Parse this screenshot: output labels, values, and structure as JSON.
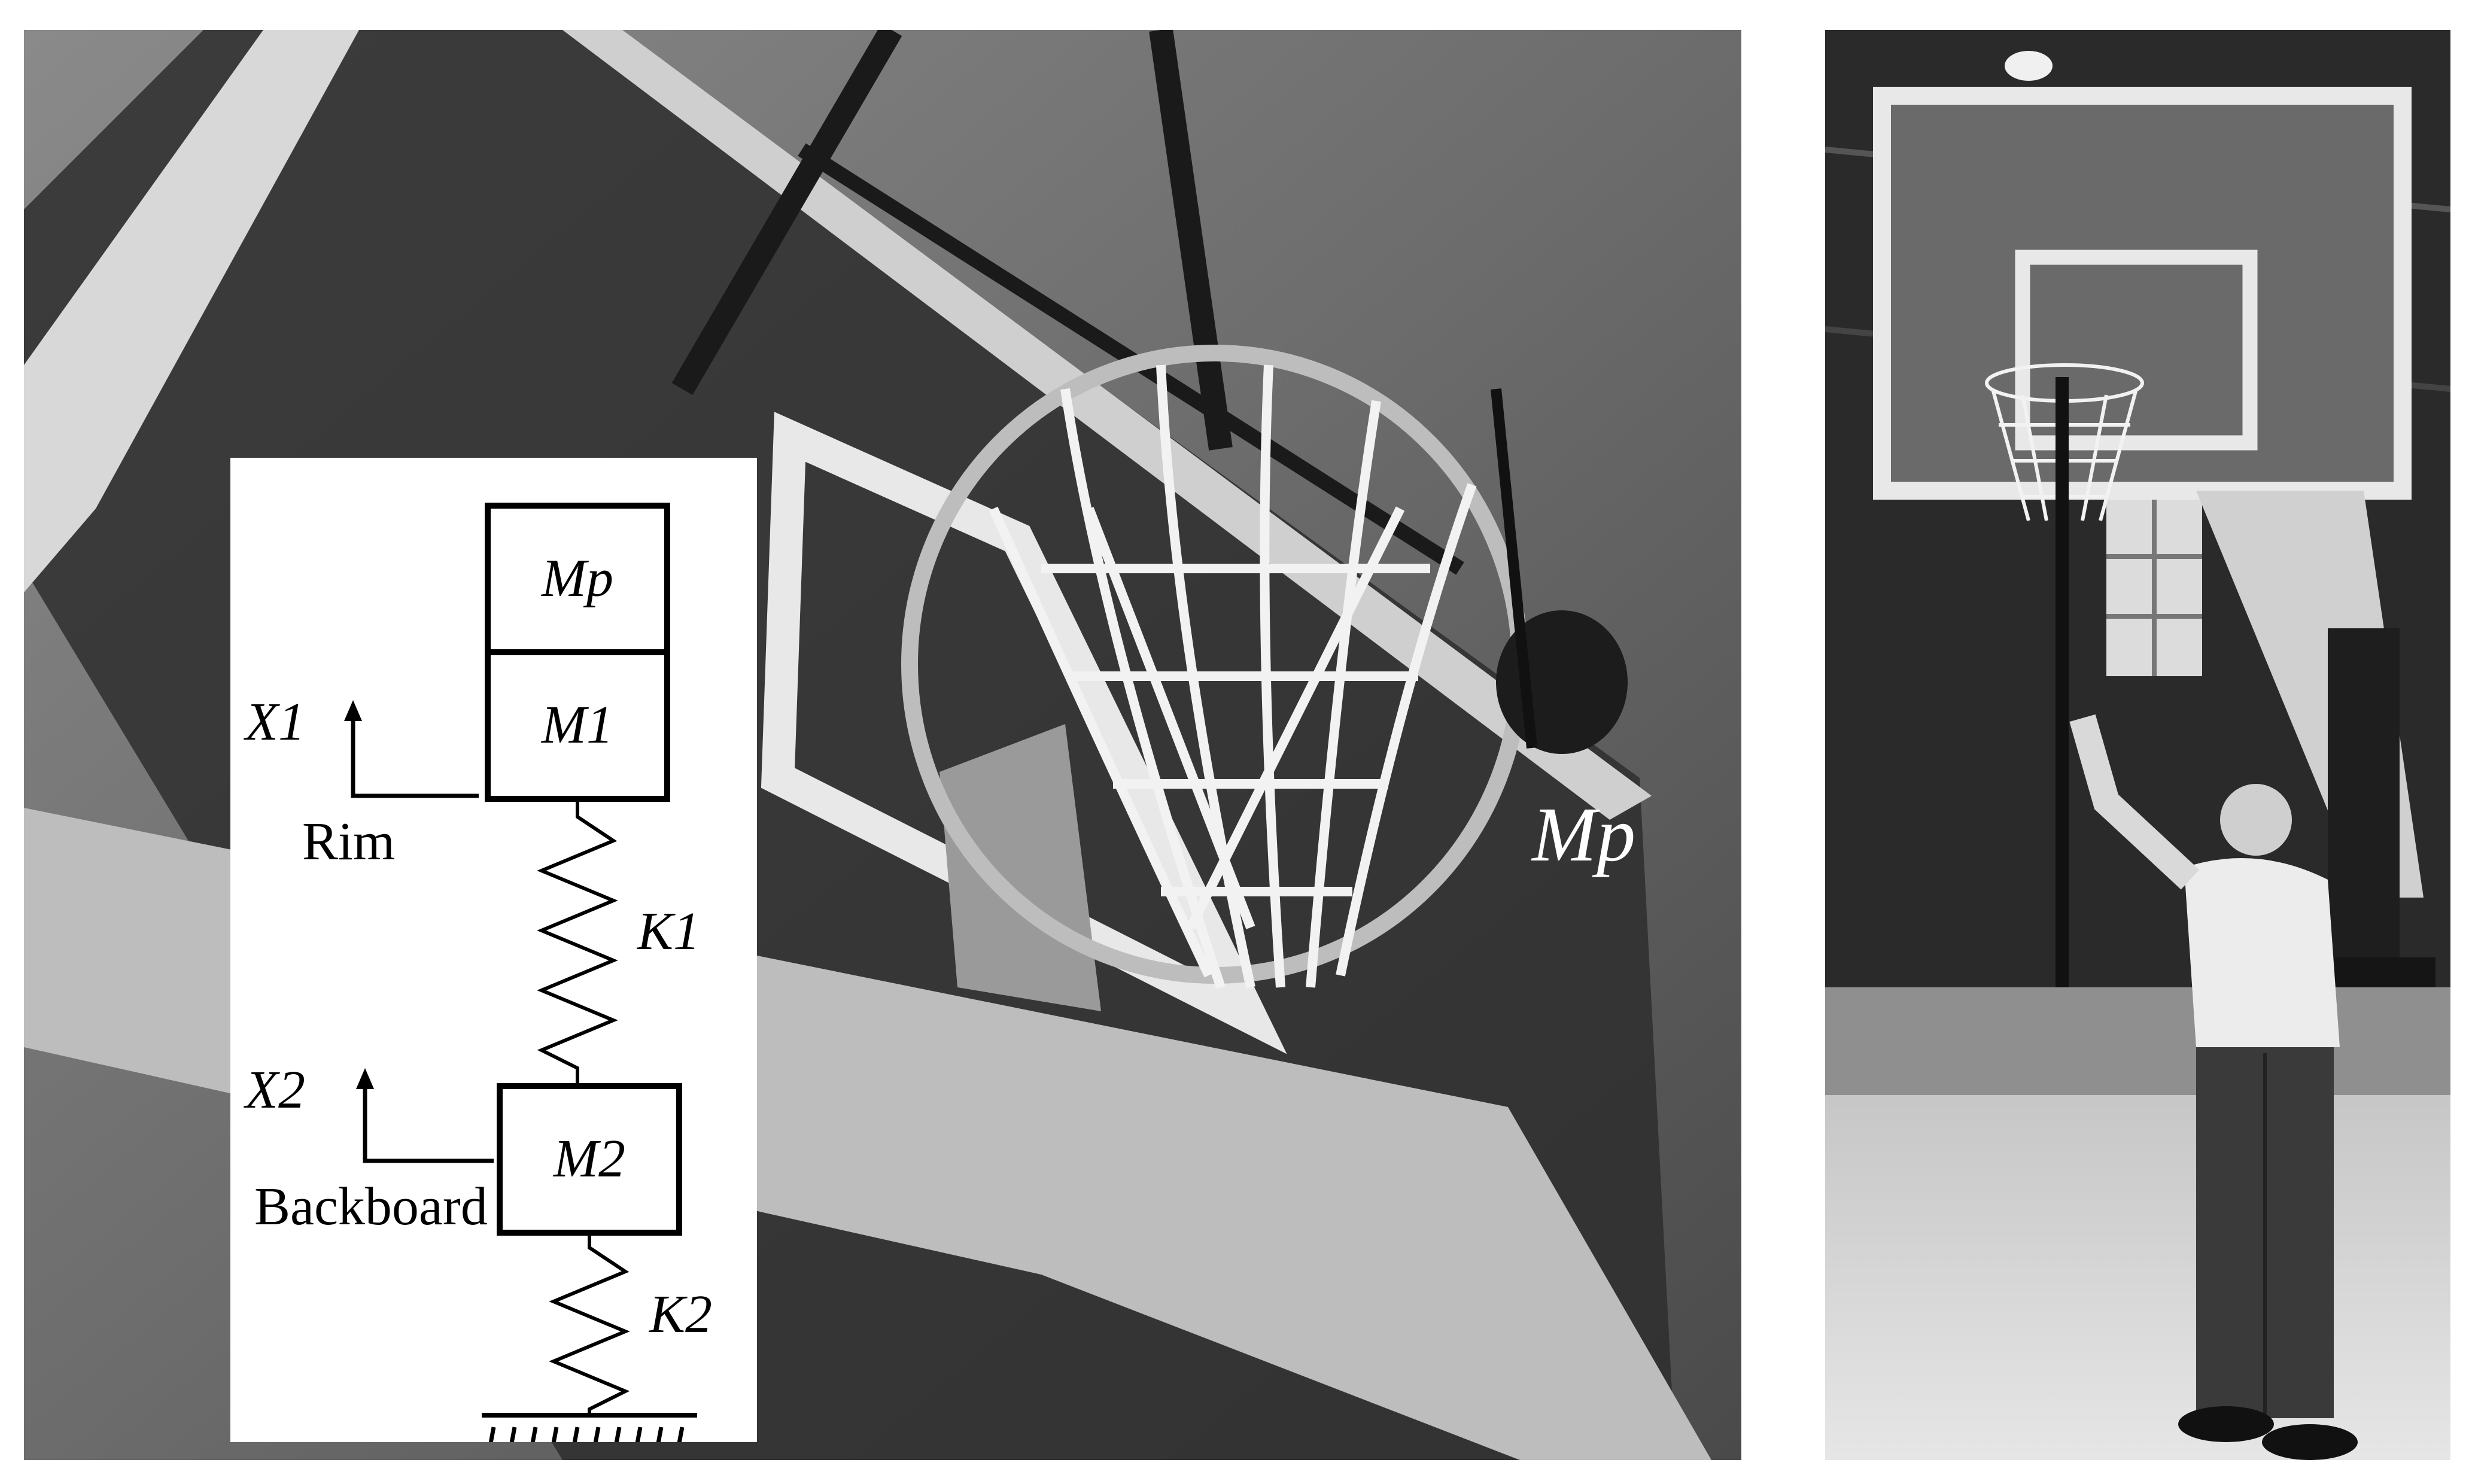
{
  "figure": {
    "left_photo": {
      "label_mass_photo": "Mp"
    },
    "diagram": {
      "mass_p": "Mp",
      "mass_1": "M1",
      "mass_2": "M2",
      "spring_1": "K1",
      "spring_2": "K2",
      "coord_1": "X1",
      "coord_2": "X2",
      "label_rim": "Rim",
      "label_backboard": "Backboard"
    }
  }
}
